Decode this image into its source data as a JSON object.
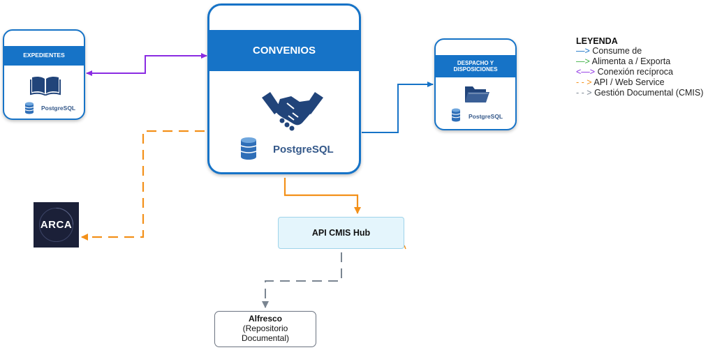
{
  "nodes": {
    "expedientes": {
      "title": "EXPEDIENTES",
      "db": "PostgreSQL",
      "icon": "open-book-icon"
    },
    "convenios": {
      "title": "CONVENIOS",
      "db": "PostgreSQL",
      "icon": "handshake-icon"
    },
    "despacho": {
      "title": "DESPACHO Y DISPOSICIONES",
      "db": "PostgreSQL",
      "icon": "folder-icon"
    },
    "arca": {
      "label": "ARCA"
    },
    "api_cmis": {
      "label": "API CMIS Hub"
    },
    "alfresco": {
      "title": "Alfresco",
      "subtitle": "(Repositorio Documental)"
    }
  },
  "legend": {
    "title": "LEYENDA",
    "items": [
      {
        "arrow": "—>",
        "label": "Consume de",
        "color": "#1673c7"
      },
      {
        "arrow": "—>",
        "label": "Alimenta a / Exporta",
        "color": "#3cb043"
      },
      {
        "arrow": "<—>",
        "label": "Conexión recíproca",
        "color": "#8a2be2"
      },
      {
        "arrow": "- - >",
        "label": "API / Web Service",
        "color": "#f39019"
      },
      {
        "arrow": "- - >",
        "label": "Gestión Documental (CMIS)",
        "color": "#7a8591"
      }
    ]
  },
  "colors": {
    "primary": "#1673c7",
    "reciprocal": "#8a2be2",
    "api": "#f39019",
    "cmis": "#7a8591",
    "api_box_fill": "#e4f5fc",
    "arca_bg": "#1b2038"
  }
}
